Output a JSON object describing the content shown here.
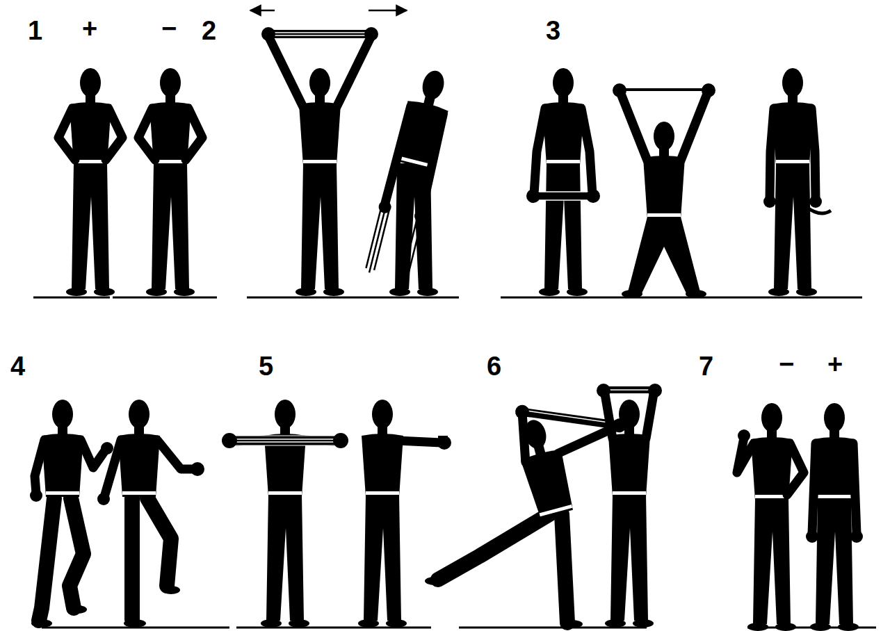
{
  "diagram": {
    "labels": [
      "1",
      "+",
      "−",
      "2",
      "3",
      "4",
      "5",
      "6",
      "7",
      "−",
      "+"
    ]
  }
}
